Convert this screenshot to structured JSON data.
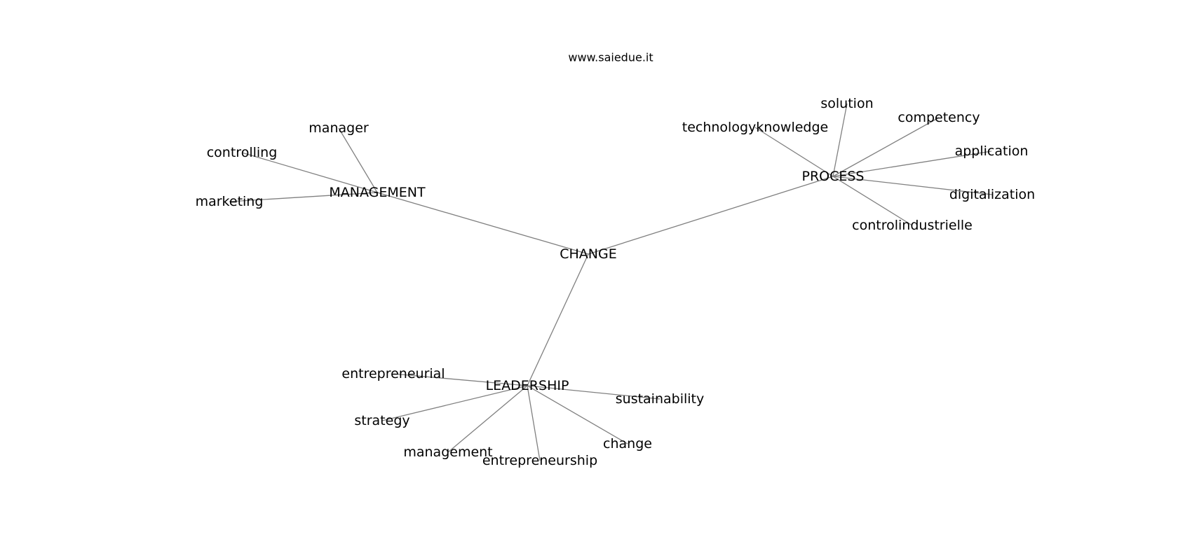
{
  "caption": "www.saiedue.it",
  "graph": {
    "nodes": [
      {
        "id": "CHANGE",
        "label": "CHANGE"
      },
      {
        "id": "MANAGEMENT",
        "label": "MANAGEMENT"
      },
      {
        "id": "PROCESS",
        "label": "PROCESS"
      },
      {
        "id": "LEADERSHIP",
        "label": "LEADERSHIP"
      },
      {
        "id": "manager",
        "label": "manager"
      },
      {
        "id": "controlling",
        "label": "controlling"
      },
      {
        "id": "marketing",
        "label": "marketing"
      },
      {
        "id": "solution",
        "label": "solution"
      },
      {
        "id": "technologyknowledge",
        "label": "technologyknowledge"
      },
      {
        "id": "competency",
        "label": "competency"
      },
      {
        "id": "application",
        "label": "application"
      },
      {
        "id": "digitalization",
        "label": "digitalization"
      },
      {
        "id": "controlindustrielle",
        "label": "controlindustrielle"
      },
      {
        "id": "entrepreneurial",
        "label": "entrepreneurial"
      },
      {
        "id": "sustainability",
        "label": "sustainability"
      },
      {
        "id": "strategy",
        "label": "strategy"
      },
      {
        "id": "management",
        "label": "management"
      },
      {
        "id": "entrepreneurship",
        "label": "entrepreneurship"
      },
      {
        "id": "change",
        "label": "change"
      }
    ],
    "edges": [
      [
        "CHANGE",
        "MANAGEMENT"
      ],
      [
        "CHANGE",
        "PROCESS"
      ],
      [
        "CHANGE",
        "LEADERSHIP"
      ],
      [
        "MANAGEMENT",
        "manager"
      ],
      [
        "MANAGEMENT",
        "controlling"
      ],
      [
        "MANAGEMENT",
        "marketing"
      ],
      [
        "PROCESS",
        "solution"
      ],
      [
        "PROCESS",
        "technologyknowledge"
      ],
      [
        "PROCESS",
        "competency"
      ],
      [
        "PROCESS",
        "application"
      ],
      [
        "PROCESS",
        "digitalization"
      ],
      [
        "PROCESS",
        "controlindustrielle"
      ],
      [
        "LEADERSHIP",
        "entrepreneurial"
      ],
      [
        "LEADERSHIP",
        "sustainability"
      ],
      [
        "LEADERSHIP",
        "strategy"
      ],
      [
        "LEADERSHIP",
        "management"
      ],
      [
        "LEADERSHIP",
        "entrepreneurship"
      ],
      [
        "LEADERSHIP",
        "change"
      ]
    ]
  }
}
